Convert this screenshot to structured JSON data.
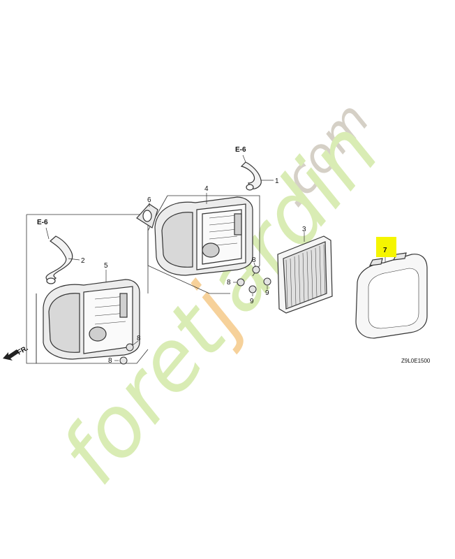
{
  "diagram": {
    "callouts": {
      "p1": "1",
      "p2": "2",
      "p3": "3",
      "p4": "4",
      "p5": "5",
      "p6": "6",
      "p7": "7",
      "p8a": "8",
      "p8b": "8",
      "p8c": "8",
      "p8d": "8",
      "p9a": "9",
      "p9b": "9"
    },
    "refs": {
      "top": "E-6",
      "left": "E-6"
    },
    "front_label": "FR.",
    "diagram_code": "Z9L0E1500",
    "highlighted_part": "7",
    "highlight_color": "#f5f500"
  },
  "watermark": {
    "domain": ".com",
    "brand_a": "foret",
    "brand_b": "j",
    "brand_c": "ardin",
    "colors": {
      "green": "#d9ecb4",
      "grey": "#d5d0c6",
      "orange": "#f6d19a"
    }
  }
}
